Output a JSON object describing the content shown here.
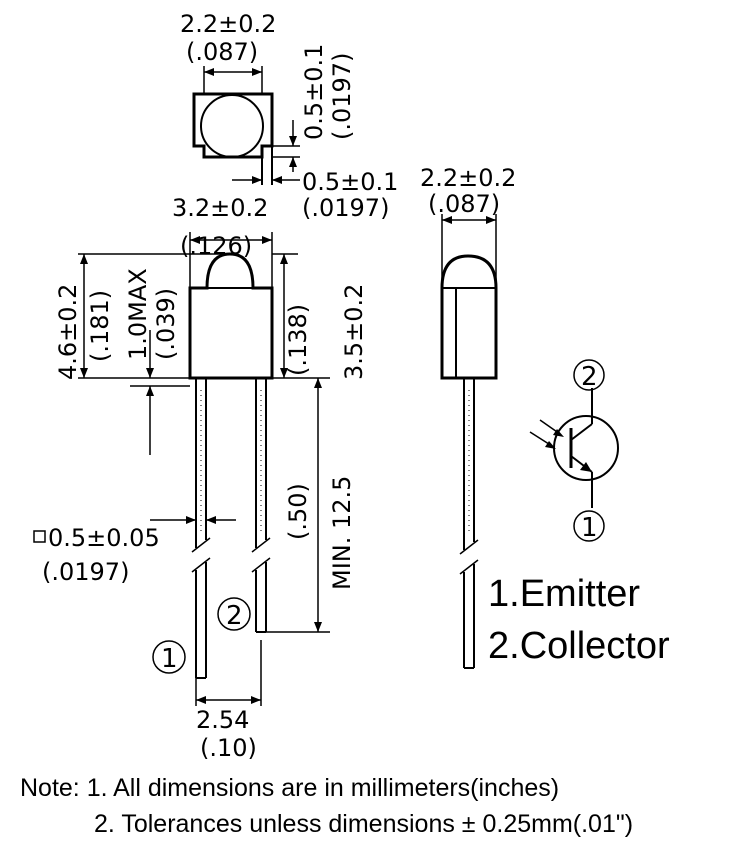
{
  "top_view": {
    "width_mm": "2.2±0.2",
    "width_in": "(.087)",
    "lead_offset_mm": "0.5±0.1",
    "lead_offset_in": "(.0197)",
    "lead_gap_mm": "0.5±0.1",
    "lead_gap_in": "(.0197)"
  },
  "front_view": {
    "body_width_mm": "3.2±0.2",
    "body_width_in": "(.126)",
    "total_height_mm": "4.6±0.2",
    "total_height_in": "(.181)",
    "flange_mm": "1.0MAX",
    "flange_in": "(.039)",
    "body_height_in": "(.138)",
    "body_height_mm": "3.5±0.2",
    "lead_length_in": "(.50)",
    "lead_length_mm": "MIN. 12.5",
    "lead_size_mm": "0.5±0.05",
    "lead_size_in": "(.0197)",
    "pitch_mm": "2.54",
    "pitch_in": "(.10)",
    "pin1": "1",
    "pin2": "2"
  },
  "side_view": {
    "width_mm": "2.2±0.2",
    "width_in": "(.087)"
  },
  "schematic": {
    "pin2": "2",
    "pin1": "1"
  },
  "legend": {
    "emitter": "1.Emitter",
    "collector": "2.Collector"
  },
  "notes": {
    "line1": "Note: 1. All dimensions are in millimeters(inches)",
    "line2": "2. Tolerances unless dimensions ± 0.25mm(.01\")"
  }
}
